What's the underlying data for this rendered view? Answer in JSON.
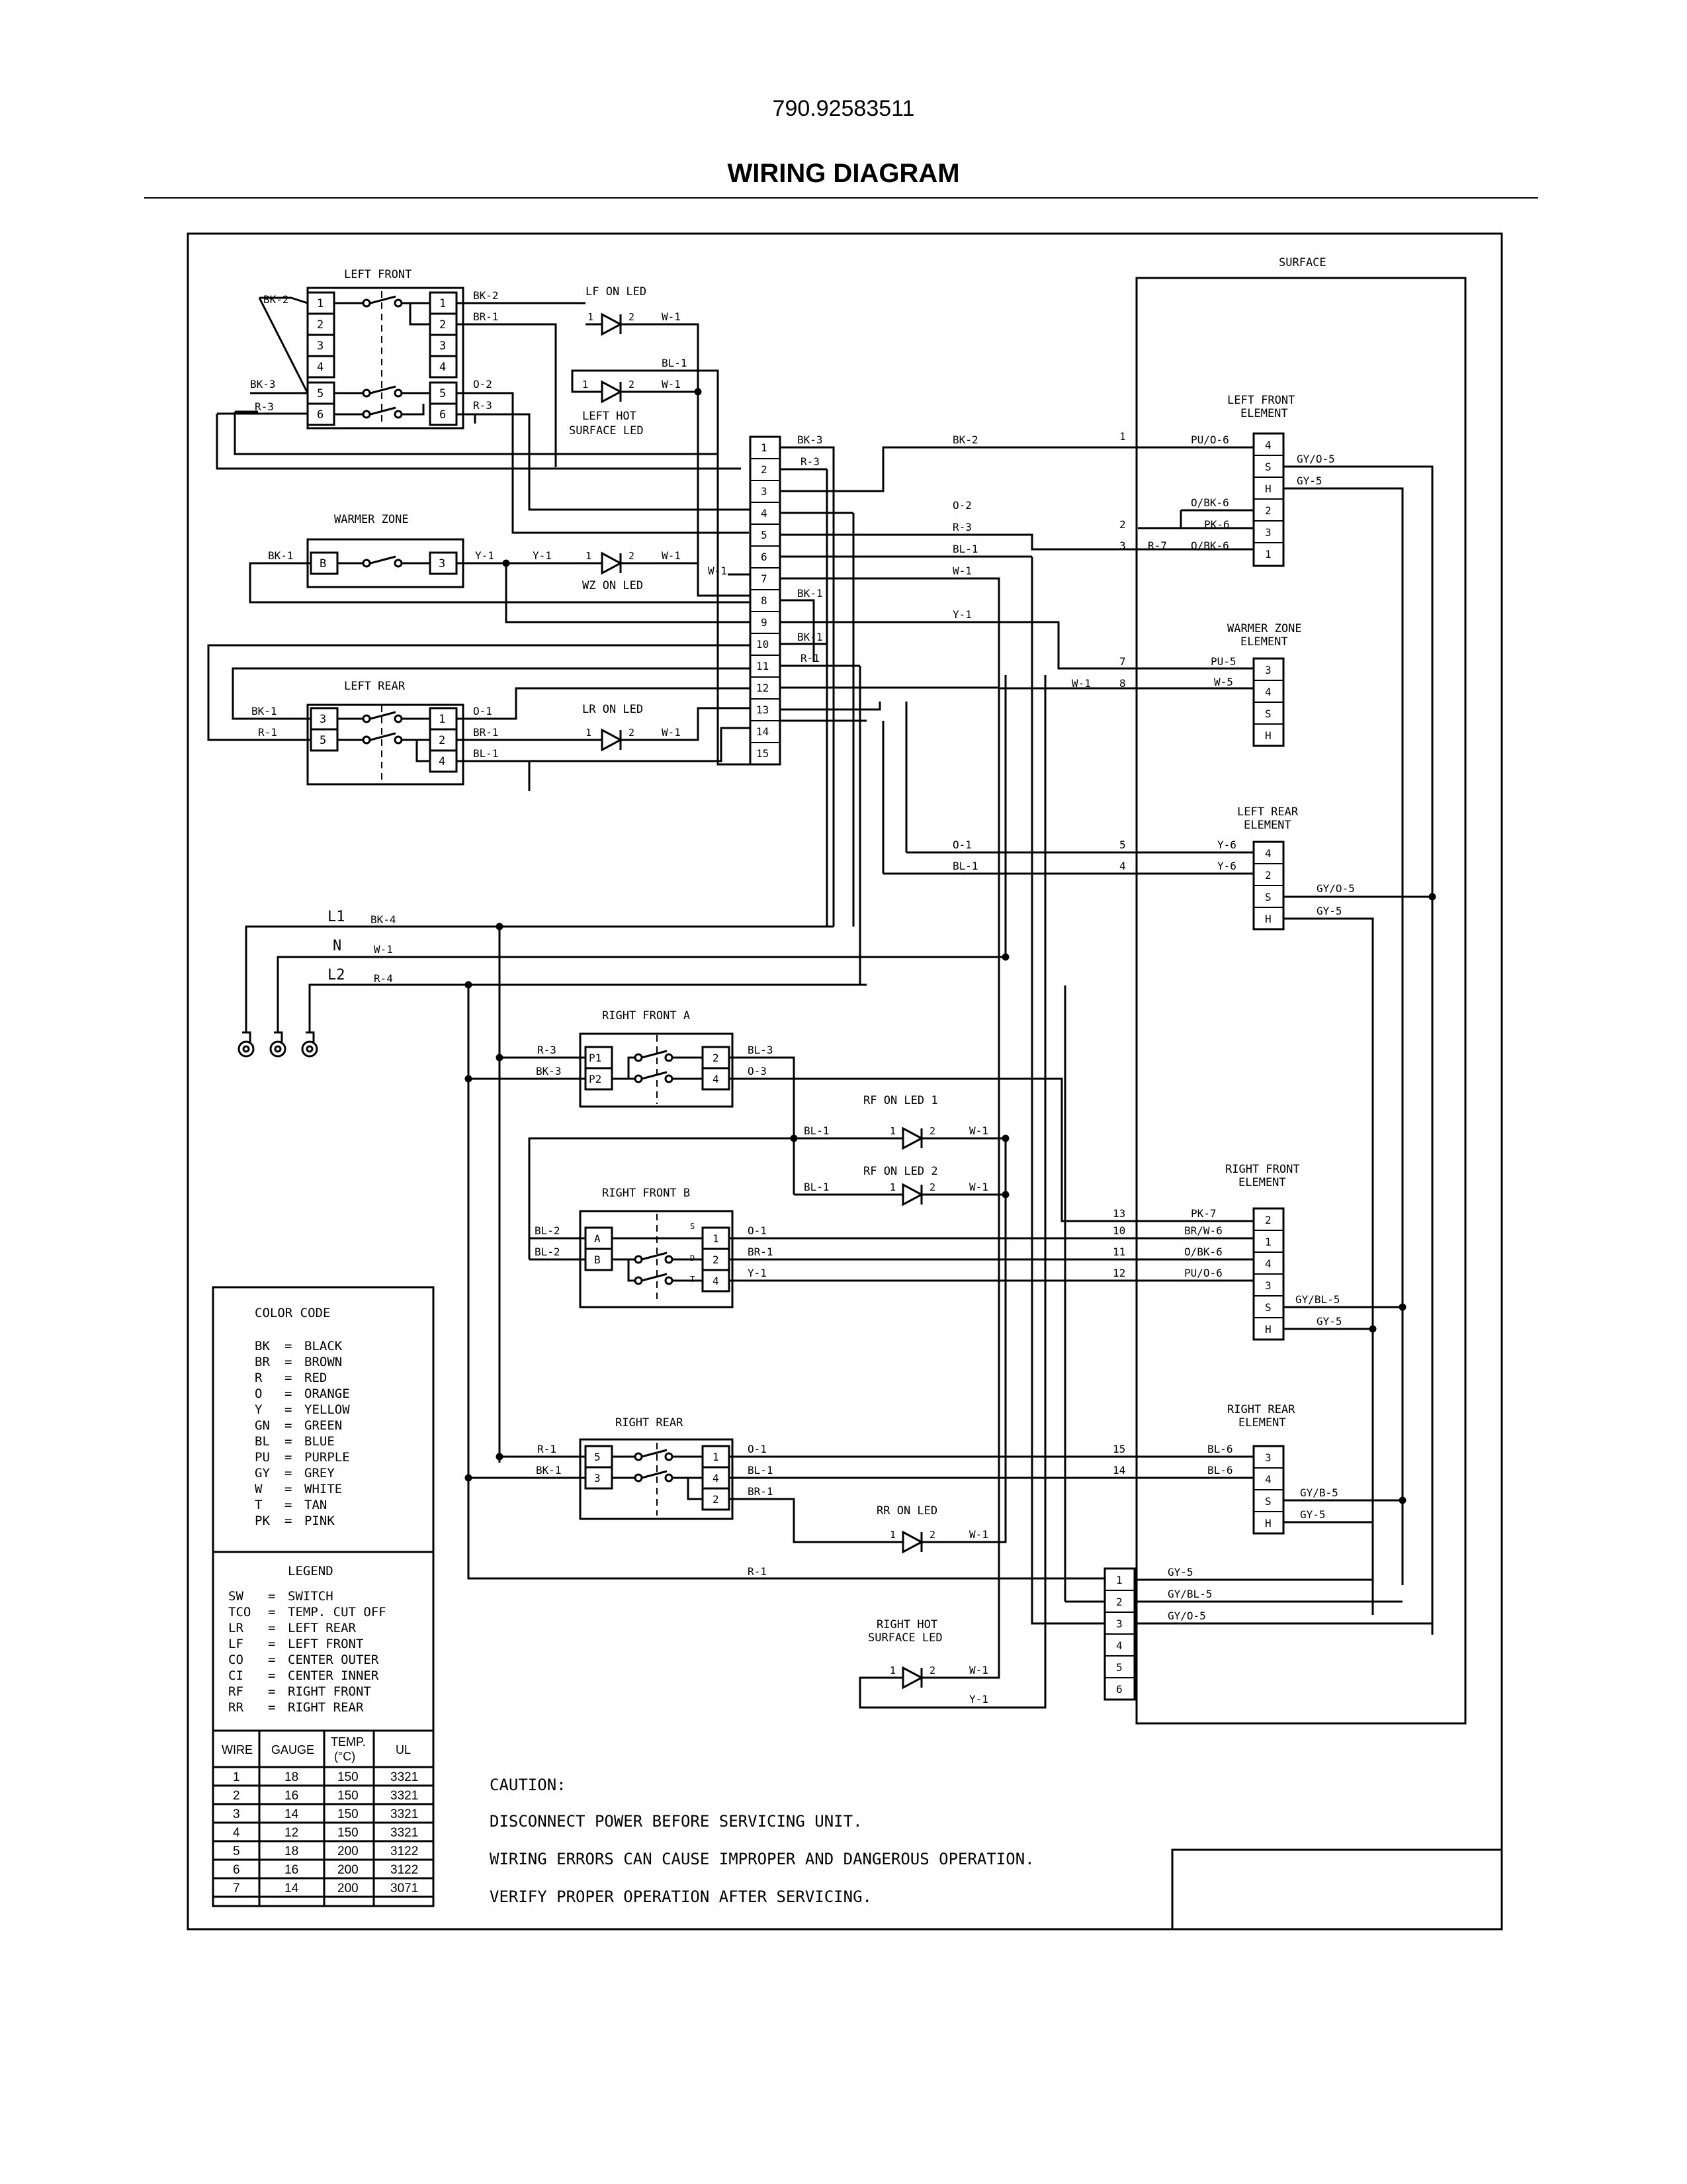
{
  "header": {
    "model_number": "790.92583511",
    "title": "WIRING DIAGRAM"
  },
  "components": {
    "left_front": {
      "label": "LEFT FRONT",
      "left_terms": [
        "1",
        "2",
        "3",
        "4",
        "5",
        "6"
      ],
      "right_terms": [
        "1",
        "2",
        "3",
        "4",
        "5",
        "6"
      ]
    },
    "warmer_zone": {
      "label": "WARMER ZONE",
      "left_term": "B",
      "right_term": "3"
    },
    "left_rear": {
      "label": "LEFT REAR",
      "left_terms": [
        "3",
        "5"
      ],
      "right_terms": [
        "1",
        "2",
        "4"
      ]
    },
    "right_front_a": {
      "label": "RIGHT FRONT A",
      "left_terms": [
        "P1",
        "P2"
      ],
      "right_terms": [
        "2",
        "4"
      ]
    },
    "right_front_b": {
      "label": "RIGHT FRONT B",
      "left_terms": [
        "A",
        "B"
      ],
      "right_terms": [
        "1",
        "2",
        "4"
      ],
      "inner": [
        "S",
        "D",
        "T"
      ]
    },
    "right_rear": {
      "label": "RIGHT REAR",
      "left_terms": [
        "5",
        "3"
      ],
      "right_terms": [
        "1",
        "4",
        "2"
      ]
    },
    "terminal_block": [
      "1",
      "2",
      "3",
      "4",
      "5",
      "6",
      "7",
      "8",
      "9",
      "10",
      "11",
      "12",
      "13",
      "14",
      "15"
    ],
    "bottom_block": [
      "1",
      "2",
      "3",
      "4",
      "5",
      "6"
    ],
    "surface": "SURFACE",
    "elements": [
      {
        "label": [
          "LEFT FRONT",
          "ELEMENT"
        ],
        "terms": [
          "4",
          "S",
          "H",
          "2",
          "3",
          "1"
        ]
      },
      {
        "label": [
          "WARMER ZONE",
          "ELEMENT"
        ],
        "terms": [
          "3",
          "4",
          "S",
          "H"
        ]
      },
      {
        "label": [
          "LEFT REAR",
          "ELEMENT"
        ],
        "terms": [
          "4",
          "2",
          "S",
          "H"
        ]
      },
      {
        "label": [
          "RIGHT FRONT",
          "ELEMENT"
        ],
        "terms": [
          "2",
          "1",
          "4",
          "3",
          "S",
          "H"
        ]
      },
      {
        "label": [
          "RIGHT REAR",
          "ELEMENT"
        ],
        "terms": [
          "3",
          "4",
          "S",
          "H"
        ]
      }
    ],
    "leds": [
      "LF ON LED",
      "LEFT HOT",
      "SURFACE LED",
      "WZ ON LED",
      "LR ON LED",
      "RF ON LED 1",
      "RF ON LED 2",
      "RR ON LED",
      "RIGHT HOT",
      "SURFACE LED"
    ],
    "led_pins": [
      "1",
      "2"
    ],
    "supply": [
      "L1",
      "N",
      "L2"
    ]
  },
  "wire_labels": {
    "lf": [
      "BK-2",
      "BK-3",
      "R-3",
      "BK-2",
      "BR-1",
      "O-2",
      "R-3",
      "W-1",
      "BL-1",
      "W-1"
    ],
    "wz": [
      "BK-1",
      "Y-1",
      "Y-1",
      "W-1",
      "W-1"
    ],
    "lr": [
      "BK-1",
      "R-1",
      "O-1",
      "BR-1",
      "BL-1",
      "W-1"
    ],
    "tb": [
      "BK-3",
      "R-3",
      "BK-1",
      "BK-1",
      "R-1"
    ],
    "mid": [
      "BK-2",
      "O-2",
      "R-3",
      "BL-1",
      "W-1",
      "Y-1",
      "W-1",
      "O-1",
      "BL-1"
    ],
    "mid_nums": [
      "1",
      "2",
      "3",
      "7",
      "8",
      "5",
      "4"
    ],
    "lfe": [
      "PU/O-6",
      "O/BK-6",
      "PK-6",
      "O/BK-6",
      "GY/O-5",
      "GY-5",
      "R-7"
    ],
    "wze": [
      "PU-5",
      "W-5"
    ],
    "lre": [
      "Y-6",
      "Y-6",
      "GY/O-5",
      "GY-5"
    ],
    "supply": [
      "BK-4",
      "W-1",
      "R-4"
    ],
    "rfa": [
      "R-3",
      "BK-3",
      "BL-3",
      "O-3"
    ],
    "rfled": [
      "BL-1",
      "W-1",
      "BL-1",
      "W-1"
    ],
    "rfb": [
      "BL-2",
      "BL-2",
      "O-1",
      "BR-1",
      "Y-1"
    ],
    "rfe": [
      "PK-7",
      "BR/W-6",
      "O/BK-6",
      "PU/O-6",
      "GY/BL-5",
      "GY-5"
    ],
    "rfe_nums": [
      "13",
      "10",
      "11",
      "12"
    ],
    "rr": [
      "R-1",
      "BK-1",
      "O-1",
      "BL-1",
      "BR-1",
      "W-1"
    ],
    "rre": [
      "BL-6",
      "BL-6",
      "GY/B-5",
      "GY-5"
    ],
    "rre_nums": [
      "15",
      "14"
    ],
    "bottom": [
      "R-1",
      "GY-5",
      "GY/BL-5",
      "GY/O-5",
      "W-1",
      "Y-1"
    ]
  },
  "color_code": {
    "title": "COLOR CODE",
    "entries": [
      [
        "BK",
        "=",
        "BLACK"
      ],
      [
        "BR",
        "=",
        "BROWN"
      ],
      [
        "R",
        "=",
        "RED"
      ],
      [
        "O",
        "=",
        "ORANGE"
      ],
      [
        "Y",
        "=",
        "YELLOW"
      ],
      [
        "GN",
        "=",
        "GREEN"
      ],
      [
        "BL",
        "=",
        "BLUE"
      ],
      [
        "PU",
        "=",
        "PURPLE"
      ],
      [
        "GY",
        "=",
        "GREY"
      ],
      [
        "W",
        "=",
        "WHITE"
      ],
      [
        "T",
        "=",
        "TAN"
      ],
      [
        "PK",
        "=",
        "PINK"
      ]
    ]
  },
  "legend": {
    "title": "LEGEND",
    "entries": [
      [
        "SW",
        "=",
        "SWITCH"
      ],
      [
        "TCO",
        "=",
        "TEMP. CUT OFF"
      ],
      [
        "LR",
        "=",
        "LEFT REAR"
      ],
      [
        "LF",
        "=",
        "LEFT FRONT"
      ],
      [
        "CO",
        "=",
        "CENTER OUTER"
      ],
      [
        "CI",
        "=",
        "CENTER INNER"
      ],
      [
        "RF",
        "=",
        "RIGHT FRONT"
      ],
      [
        "RR",
        "=",
        "RIGHT REAR"
      ]
    ]
  },
  "wire_table": {
    "headers": [
      "WIRE",
      "GAUGE",
      "TEMP.",
      "(°C)",
      "UL"
    ],
    "rows": [
      [
        "1",
        "18",
        "150",
        "3321"
      ],
      [
        "2",
        "16",
        "150",
        "3321"
      ],
      [
        "3",
        "14",
        "150",
        "3321"
      ],
      [
        "4",
        "12",
        "150",
        "3321"
      ],
      [
        "5",
        "18",
        "200",
        "3122"
      ],
      [
        "6",
        "16",
        "200",
        "3122"
      ],
      [
        "7",
        "14",
        "200",
        "3071"
      ]
    ]
  },
  "caution": {
    "title": "CAUTION:",
    "lines": [
      "DISCONNECT POWER BEFORE SERVICING UNIT.",
      "WIRING ERRORS CAN CAUSE IMPROPER AND DANGEROUS OPERATION.",
      "VERIFY PROPER OPERATION AFTER SERVICING."
    ]
  }
}
